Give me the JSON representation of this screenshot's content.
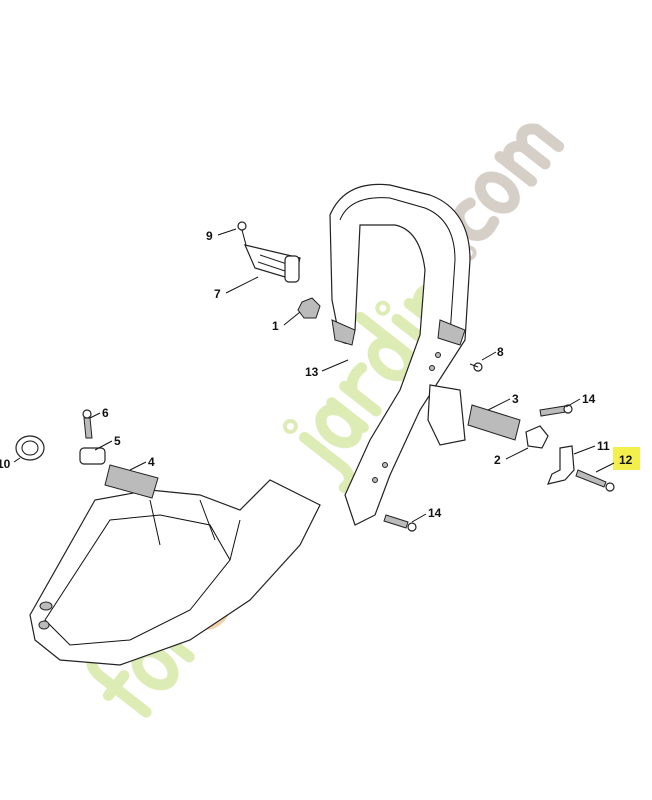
{
  "diagram": {
    "callouts": [
      {
        "id": "9",
        "label": "9"
      },
      {
        "id": "7",
        "label": "7"
      },
      {
        "id": "1",
        "label": "1"
      },
      {
        "id": "13",
        "label": "13"
      },
      {
        "id": "8",
        "label": "8"
      },
      {
        "id": "3",
        "label": "3"
      },
      {
        "id": "14a",
        "label": "14"
      },
      {
        "id": "6",
        "label": "6"
      },
      {
        "id": "5",
        "label": "5"
      },
      {
        "id": "4",
        "label": "4"
      },
      {
        "id": "10",
        "label": "10"
      },
      {
        "id": "2",
        "label": "2"
      },
      {
        "id": "11",
        "label": "11"
      },
      {
        "id": "12",
        "label": "12"
      },
      {
        "id": "14b",
        "label": "14"
      }
    ],
    "highlighted_callout": "12",
    "highlight_color": "#f3ef4c"
  },
  "watermark": {
    "text": "foretjardin.com",
    "color_main": "#d7e8a8",
    "color_accent": "#f1c89a",
    "color_com": "#cfc7bd"
  }
}
